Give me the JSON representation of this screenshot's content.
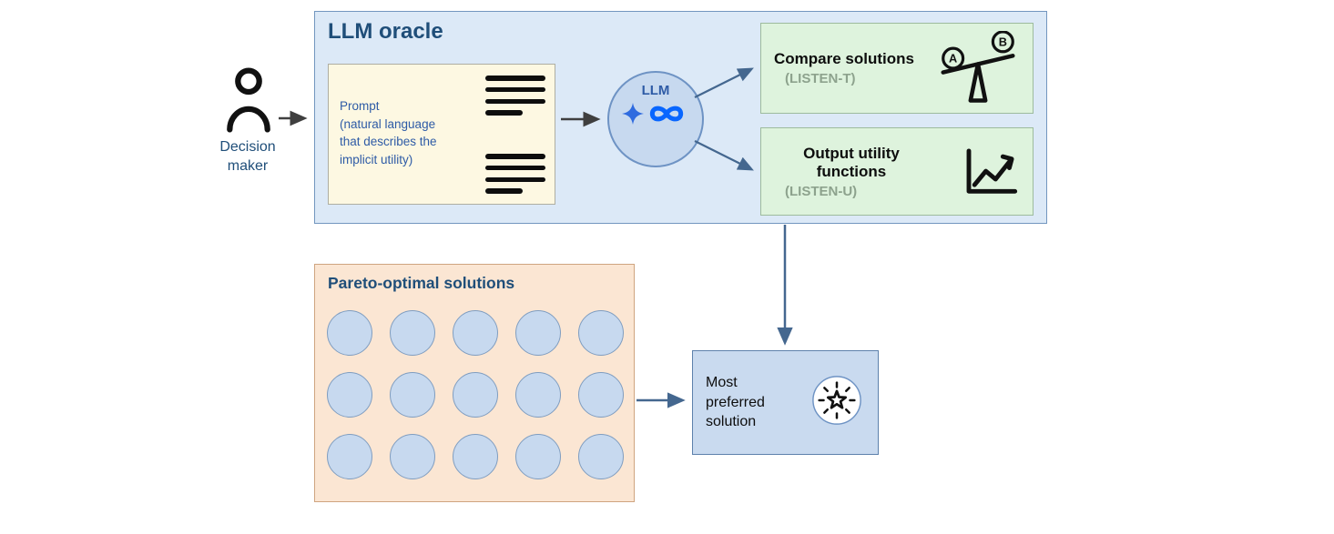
{
  "figure": {
    "decision_maker_label": "Decision maker",
    "oracle": {
      "title": "LLM oracle",
      "prompt_text": "Prompt\n(natural language\nthat describes the\nimplicit utility)",
      "llm_label": "LLM",
      "compare_box": {
        "title": "Compare solutions",
        "tag": "(LISTEN-T)"
      },
      "utility_box": {
        "title": "Output utility functions",
        "tag": "(LISTEN-U)"
      }
    },
    "pareto_box": {
      "title": "Pareto-optimal solutions",
      "grid_rows": 3,
      "grid_cols": 5
    },
    "most_preferred_label": "Most preferred solution",
    "balance_labels": {
      "left": "A",
      "right": "B"
    }
  },
  "icons": [
    "person-icon",
    "text-lines-icon",
    "sparkle-icon",
    "meta-infinity-icon",
    "balance-scale-icon",
    "line-chart-icon",
    "starburst-icon"
  ],
  "colors": {
    "oracle_fill": "#dce9f7",
    "oracle_border": "#7296bf",
    "prompt_fill": "#fdf8e2",
    "green_fill": "#def3dd",
    "green_tag_text": "#8da28d",
    "pareto_fill": "#fbe6d3",
    "pareto_border": "#cfa580",
    "blue_node_fill": "#c7d9ef",
    "blue_node_border": "#6e93c4",
    "title_navy": "#1f4e79",
    "prompt_text_blue": "#2e5ba6",
    "arrow_dark": "#3f3f3f",
    "arrow_blue": "#44678f",
    "meta_blue": "#0866ff",
    "sparkle_blue": "#2f6bdf"
  }
}
